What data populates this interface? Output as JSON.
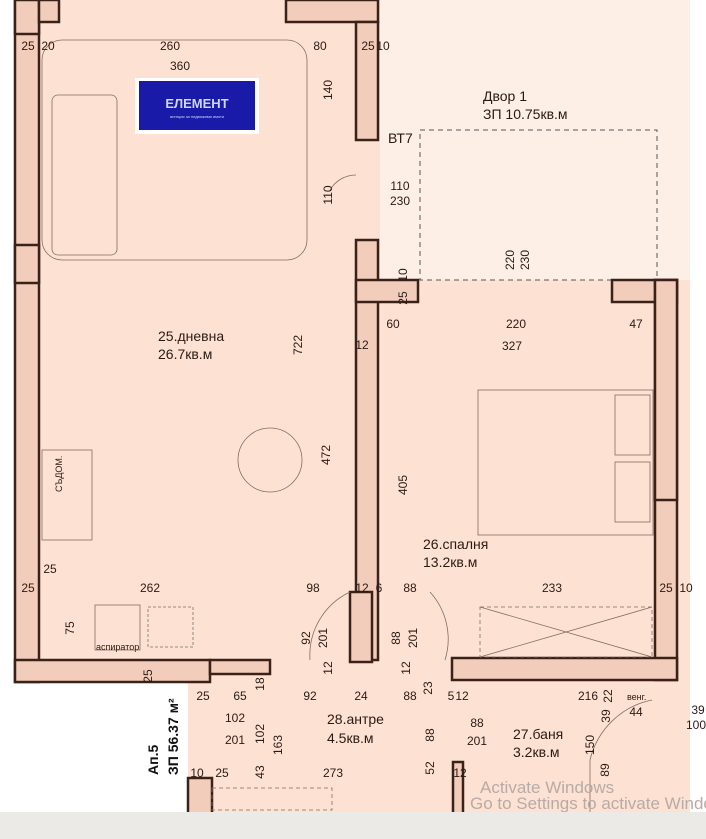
{
  "logo": {
    "text": "ЕЛЕМЕНТ",
    "subtitle": "агенция за недвижими имоти",
    "color": "#1a1aa8"
  },
  "colors": {
    "floor": "#fde2d3",
    "yard": "#fdeee6",
    "wall": "#3a2219"
  },
  "rooms": {
    "living": {
      "name": "25.дневна",
      "area": "26.7кв.м"
    },
    "bedroom": {
      "name": "26.спалня",
      "area": "13.2кв.м"
    },
    "hall": {
      "name": "28.антре",
      "area": "4.5кв.м"
    },
    "bath": {
      "name": "27.баня",
      "area": "3.2кв.м"
    },
    "yard": {
      "name": "Двор 1",
      "area": "ЗП 10.75кв.м"
    }
  },
  "apartment": {
    "name": "Ап.5",
    "area": "ЗП 56.37 м²"
  },
  "fixtures": {
    "vt": "ВТ7",
    "dishwasher": "СЪДОМ.",
    "hood": "аспиратор",
    "vent": "венг."
  },
  "dimensions": [
    "25",
    "20",
    "260",
    "80",
    "25",
    "10",
    "360",
    "140",
    "110",
    "722",
    "472",
    "110",
    "230",
    "220",
    "230",
    "25",
    "10",
    "60",
    "220",
    "47",
    "327",
    "12",
    "405",
    "25",
    "25",
    "262",
    "98",
    "12",
    "6",
    "88",
    "233",
    "25",
    "10",
    "75",
    "92",
    "201",
    "88",
    "201",
    "12",
    "12",
    "25",
    "18",
    "23",
    "25",
    "65",
    "92",
    "24",
    "88",
    "5",
    "12",
    "216",
    "22",
    "39",
    "100",
    "44",
    "39",
    "102",
    "201",
    "102",
    "163",
    "88",
    "88",
    "201",
    "150",
    "89",
    "10",
    "25",
    "273",
    "12",
    "43",
    "52"
  ],
  "watermark": {
    "line1": "Activate Windows",
    "line2": "Go to Settings to activate Windows."
  }
}
